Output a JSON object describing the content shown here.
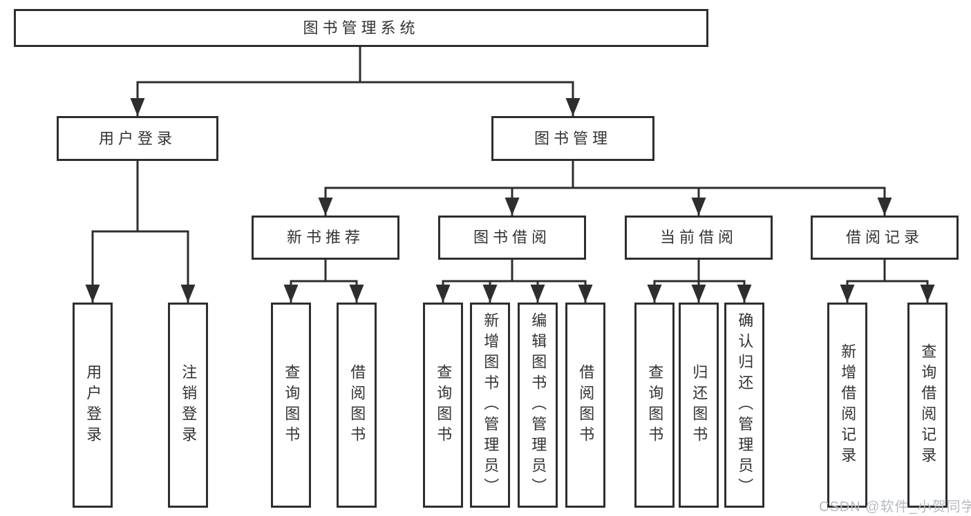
{
  "tree": {
    "label": "图书管理系统",
    "children": [
      {
        "label": "用户登录",
        "children": [
          {
            "label": "用户登录"
          },
          {
            "label": "注销登录"
          }
        ]
      },
      {
        "label": "图书管理",
        "children": [
          {
            "label": "新书推荐",
            "children": [
              {
                "label": "查询图书"
              },
              {
                "label": "借阅图书"
              }
            ]
          },
          {
            "label": "图书借阅",
            "children": [
              {
                "label": "查询图书"
              },
              {
                "label": "新增图书（管理员）"
              },
              {
                "label": "编辑图书（管理员）"
              },
              {
                "label": "借阅图书"
              }
            ]
          },
          {
            "label": "当前借阅",
            "children": [
              {
                "label": "查询图书"
              },
              {
                "label": "归还图书"
              },
              {
                "label": "确认归还（管理员）"
              }
            ]
          },
          {
            "label": "借阅记录",
            "children": [
              {
                "label": "新增借阅记录"
              },
              {
                "label": "查询借阅记录"
              }
            ]
          }
        ]
      }
    ]
  },
  "watermark": {
    "text": "CSDN @软件_小贺同学"
  },
  "colors": {
    "line": "#2e2e2e",
    "text": "#333333",
    "background": "#ffffff",
    "watermark": "#b6bac1"
  }
}
